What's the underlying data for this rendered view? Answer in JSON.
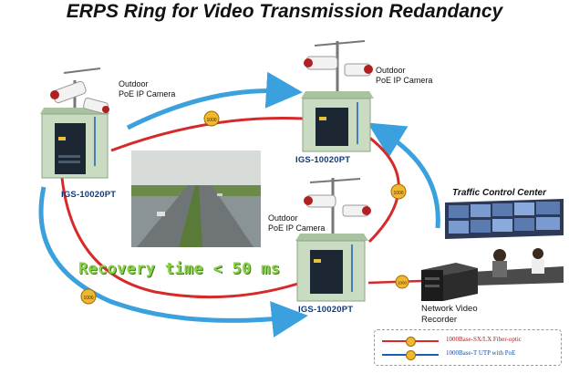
{
  "title": "ERPS Ring for Video Transmission Redandancy",
  "cameras": [
    {
      "label_line1": "Outdoor",
      "label_line2": "PoE IP Camera"
    },
    {
      "label_line1": "Outdoor",
      "label_line2": "PoE IP Camera"
    },
    {
      "label_line1": "Outdoor",
      "label_line2": "PoE IP Camera"
    }
  ],
  "switches": [
    "IGS-10020PT",
    "IGS-10020PT",
    "IGS-10020PT"
  ],
  "link_badge": "1000",
  "recovery_text": "Recovery time < 50 ms",
  "traffic_center_label": "Traffic Control Center",
  "nvr": {
    "line1": "Network Video",
    "line2": "Recorder"
  },
  "legend": [
    {
      "text": "1000Base-SX/LX Fiber-optic",
      "color": "#d62a2a"
    },
    {
      "text": "1000Base-T UTP with PoE",
      "color": "#1a5fb0"
    }
  ],
  "colors": {
    "fiber": "#d62a2a",
    "arrow": "#3aa0de",
    "utp": "#1a5fb0",
    "cabinet": "#c9dcc2"
  }
}
